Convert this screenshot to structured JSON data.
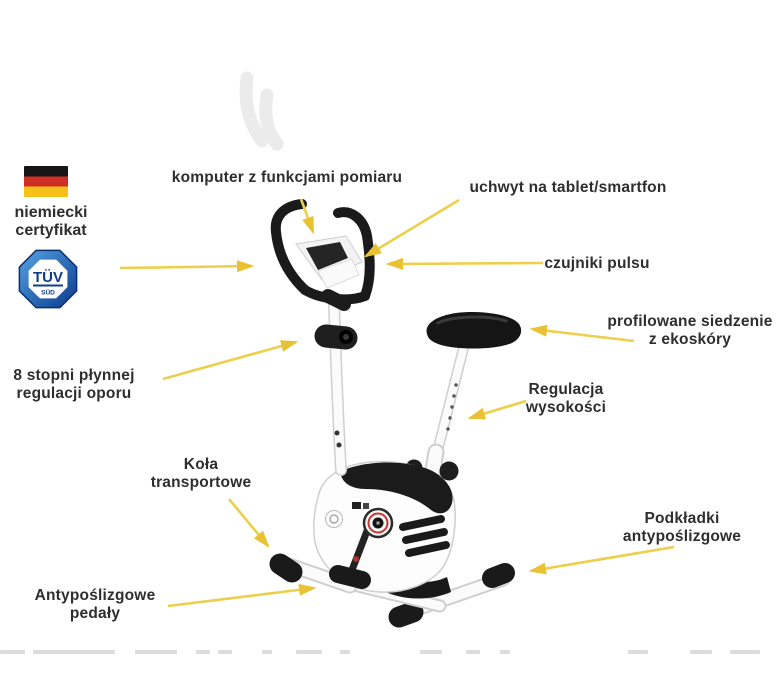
{
  "image_title": "annotated exercise bike feature diagram",
  "certificate": {
    "lines": [
      "niemiecki",
      "certyfikat"
    ],
    "tuv_top": "TÜV",
    "tuv_bottom": "SÜD"
  },
  "callouts": [
    {
      "id": "computer",
      "lines": [
        "komputer z funkcjami pomiaru"
      ]
    },
    {
      "id": "tablet",
      "lines": [
        "uchwyt na tablet/smartfon"
      ]
    },
    {
      "id": "pulse",
      "lines": [
        "czujniki pulsu"
      ]
    },
    {
      "id": "seat",
      "lines": [
        "profilowane siedzenie",
        "z ekoskóry"
      ]
    },
    {
      "id": "height",
      "lines": [
        "Regulacja",
        "wysokości"
      ]
    },
    {
      "id": "resistance",
      "lines": [
        "8 stopni płynnej",
        "regulacji oporu"
      ]
    },
    {
      "id": "wheels",
      "lines": [
        "Koła",
        "transportowe"
      ]
    },
    {
      "id": "pedals",
      "lines": [
        "Antypoślizgowe",
        "pedały"
      ]
    },
    {
      "id": "pads",
      "lines": [
        "Podkładki",
        "antypoślizgowe"
      ]
    }
  ],
  "icons": [
    "german-flag-icon",
    "tuv-sud-badge"
  ],
  "colors": {
    "arrow": "#eccf4a",
    "arrow_head": "#e8c232",
    "text": "#2e2e2e",
    "flag_black": "#151515",
    "flag_red": "#cf2e24",
    "flag_gold": "#f5c018",
    "tuv_blue_light": "#56a3e4",
    "tuv_blue_dark": "#0a3a8c",
    "tuv_text": "#123d8c",
    "accent_red": "#c23a35"
  }
}
